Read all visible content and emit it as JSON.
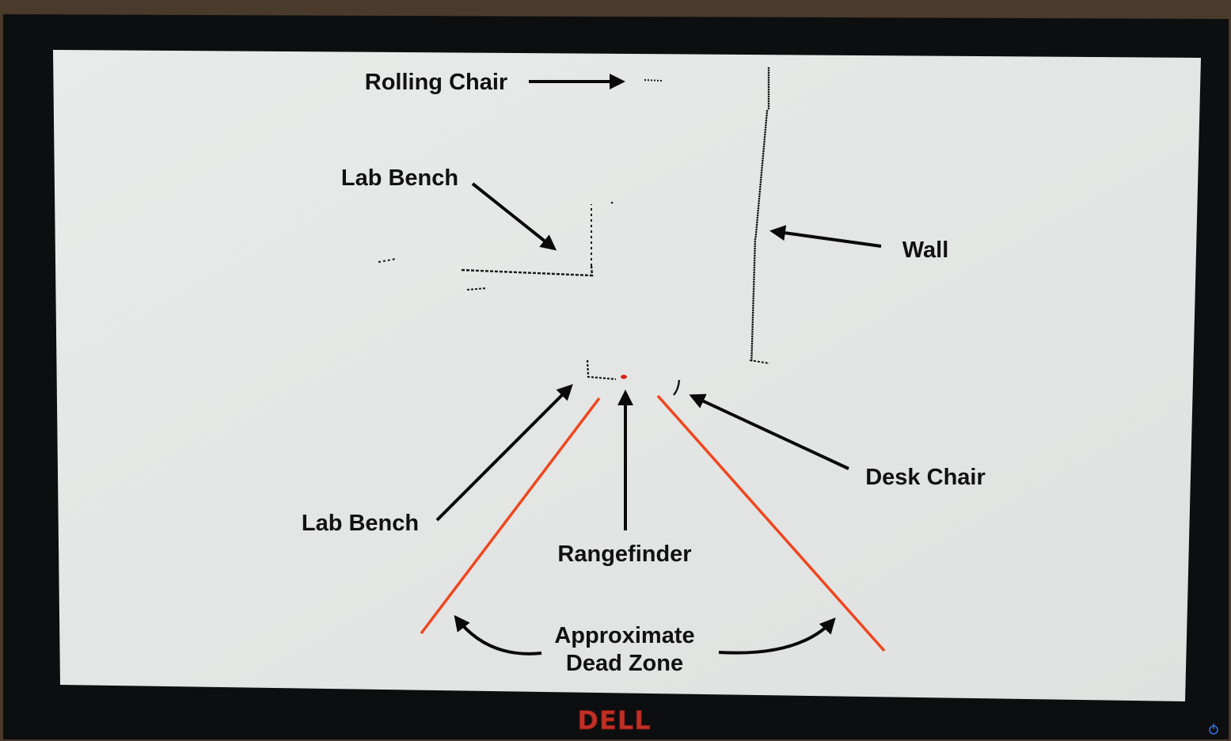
{
  "brand": {
    "text": "DELL",
    "color": "#c23026"
  },
  "colors": {
    "screen": "#e6e8e7",
    "bezel": "#0d0e0f",
    "points": "#151515",
    "rangefinder": "#d8231a",
    "dead_zone_lines": "#f0461e",
    "arrows": "#0a0a0a",
    "power_led": "#2f6fd6"
  },
  "icons": [
    "power-icon"
  ],
  "annotations": {
    "rolling_chair": "Rolling Chair",
    "lab_bench_top": "Lab Bench",
    "wall": "Wall",
    "desk_chair": "Desk Chair",
    "lab_bench_bottom": "Lab Bench",
    "rangefinder": "Rangefinder",
    "dead_zone_line1": "Approximate",
    "dead_zone_line2": "Dead Zone"
  }
}
